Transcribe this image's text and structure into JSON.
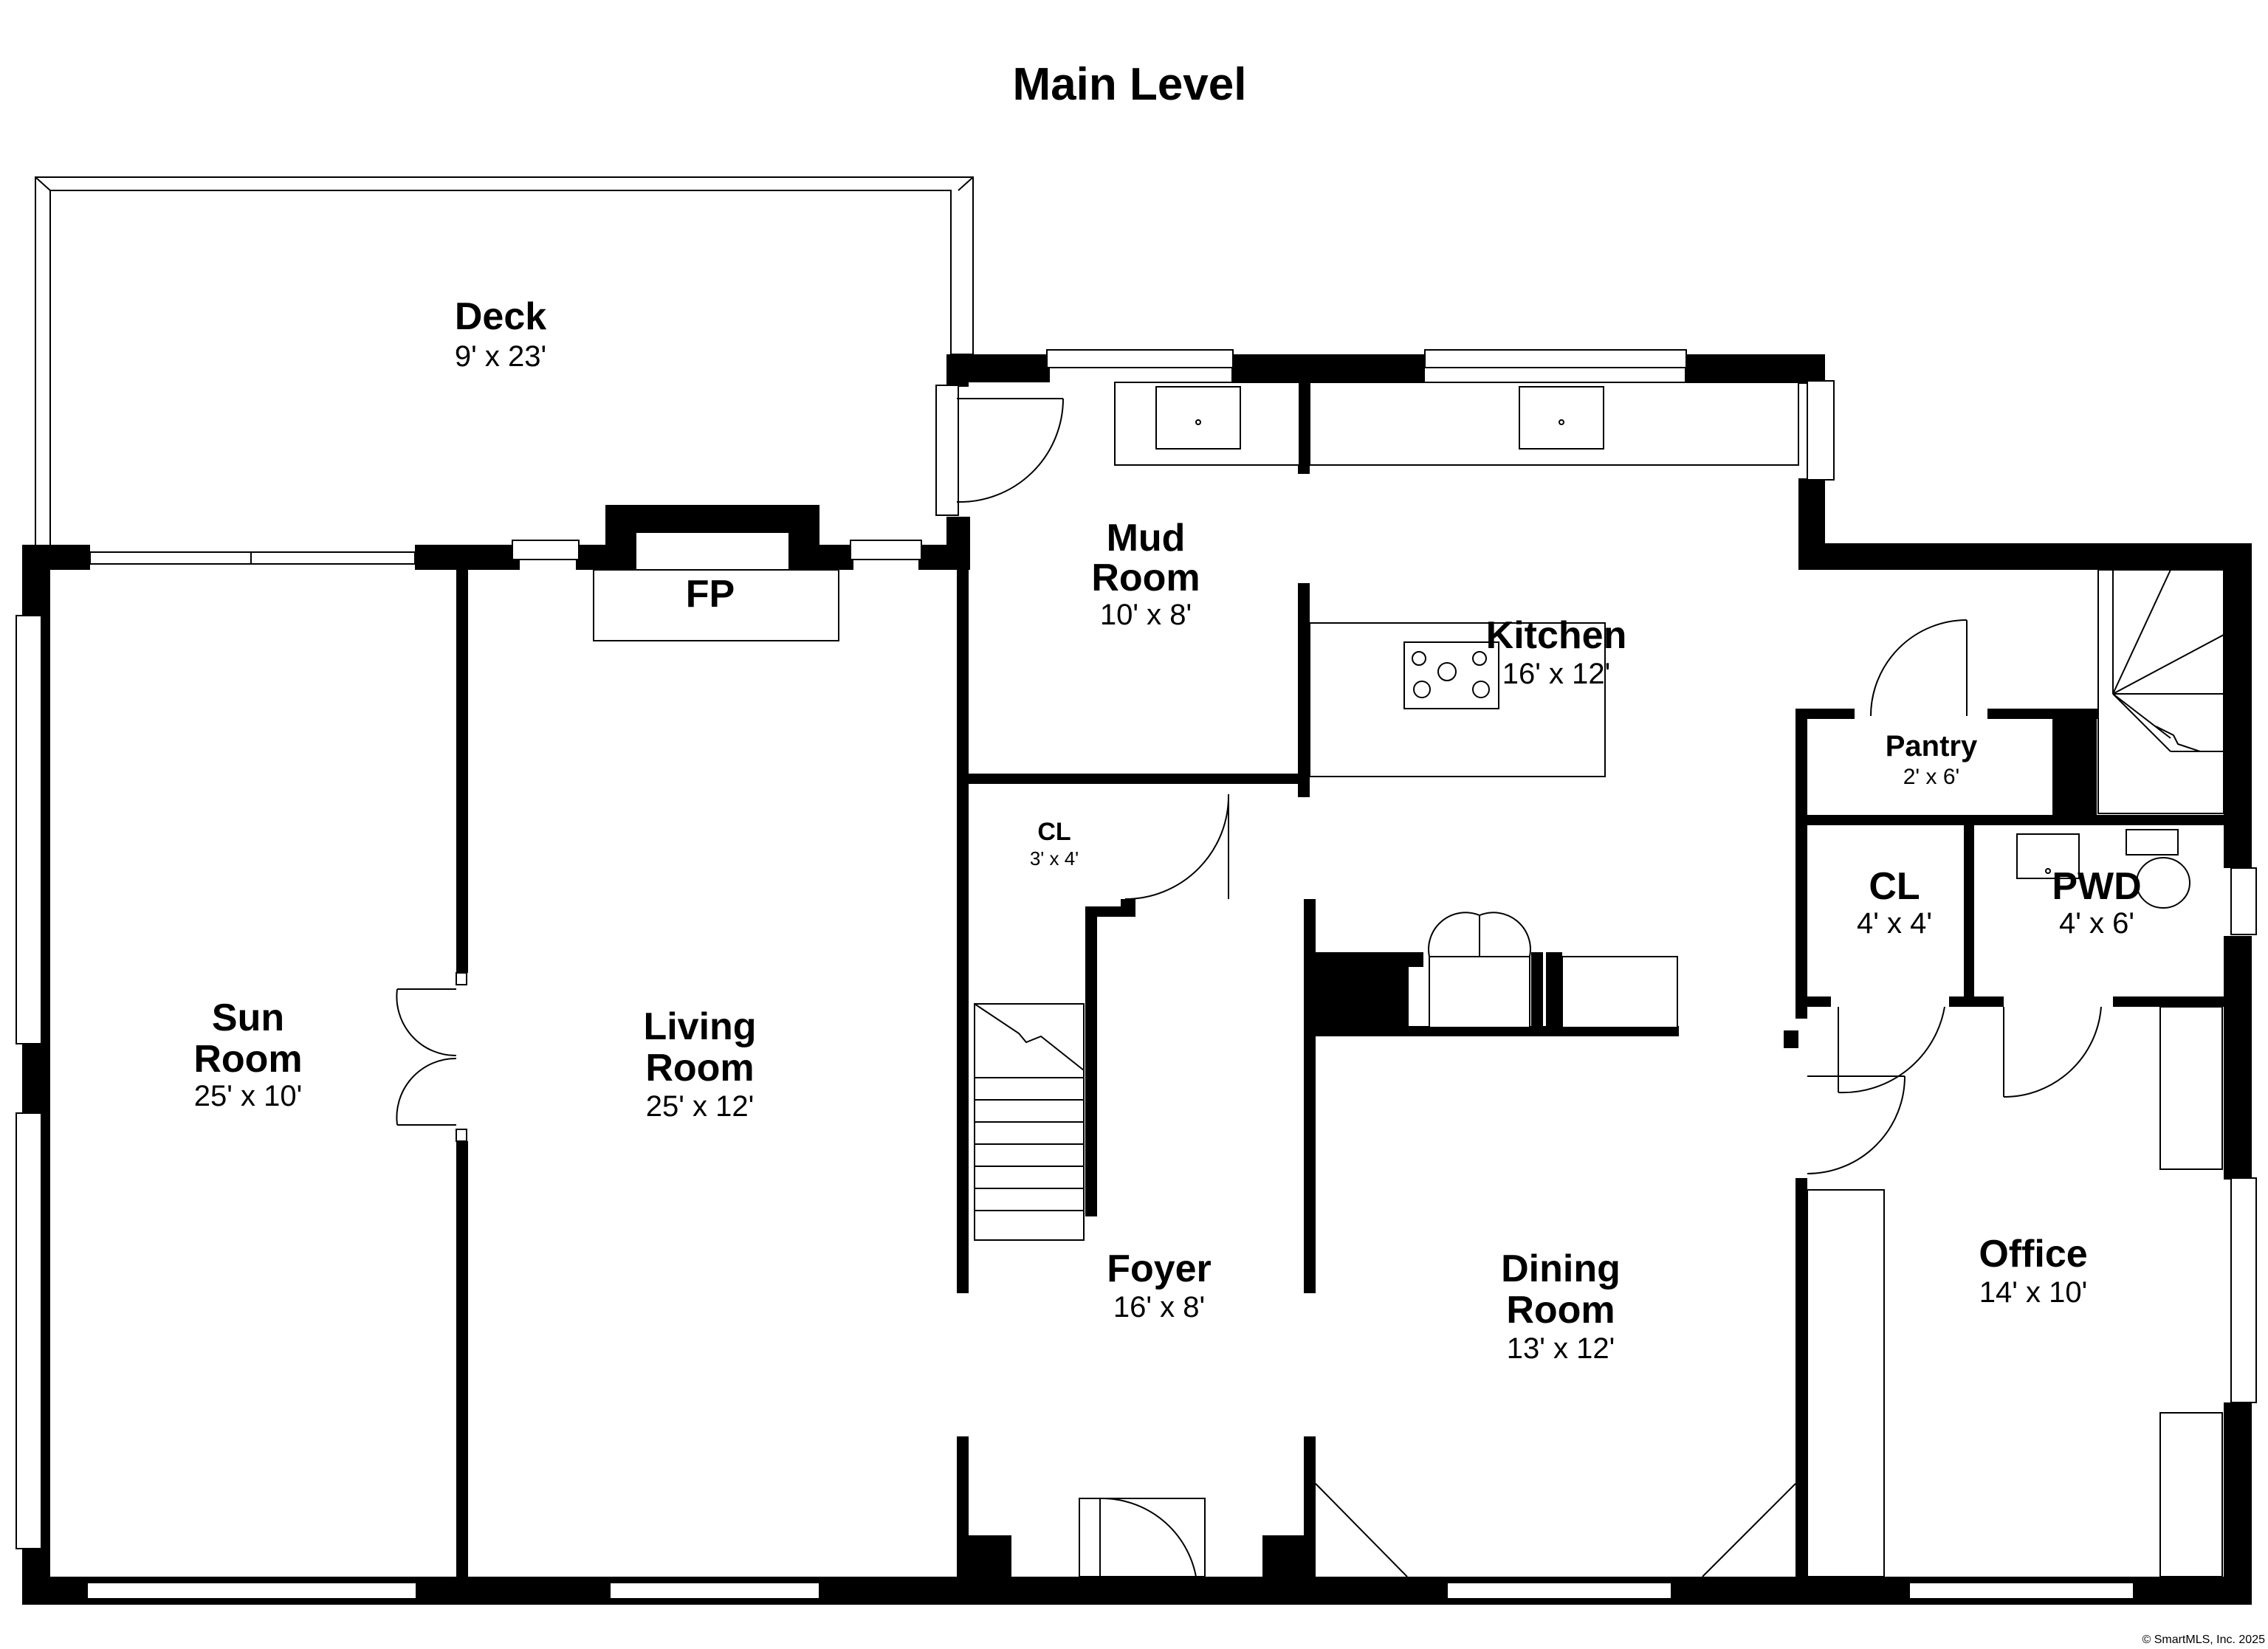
{
  "title": "Main Level",
  "rooms": {
    "deck": {
      "name": "Deck",
      "dim": "9' x 23'"
    },
    "mud": {
      "name1": "Mud",
      "name2": "Room",
      "dim": "10' x 8'"
    },
    "kitchen": {
      "name": "Kitchen",
      "dim": "16' x 12'"
    },
    "fp": {
      "name": "FP"
    },
    "pantry": {
      "name": "Pantry",
      "dim": "2' x 6'"
    },
    "sun": {
      "name1": "Sun",
      "name2": "Room",
      "dim": "25' x 10'"
    },
    "living": {
      "name1": "Living",
      "name2": "Room",
      "dim": "25' x 12'"
    },
    "cl1": {
      "name": "CL",
      "dim": "3' x 4'"
    },
    "cl2": {
      "name": "CL",
      "dim": "4' x 4'"
    },
    "pwd": {
      "name": "PWD",
      "dim": "4' x 6'"
    },
    "foyer": {
      "name": "Foyer",
      "dim": "16' x 8'"
    },
    "dining": {
      "name1": "Dining",
      "name2": "Room",
      "dim": "13' x 12'"
    },
    "office": {
      "name": "Office",
      "dim": "14' x 10'"
    }
  },
  "credit": "© SmartMLS, Inc. 2025"
}
